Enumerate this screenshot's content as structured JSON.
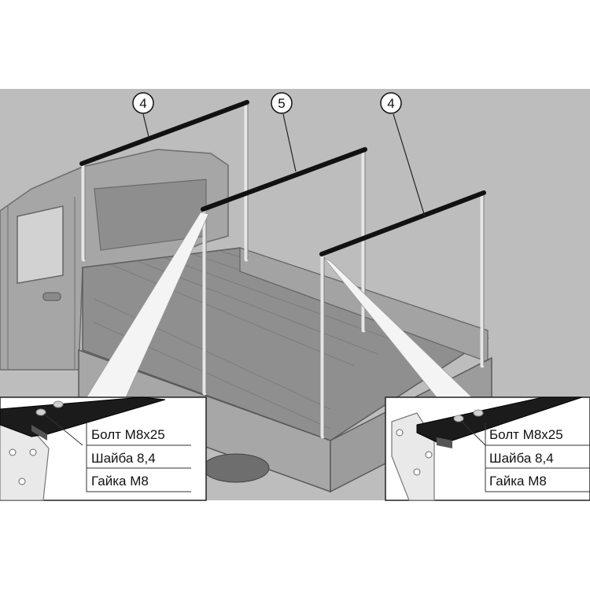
{
  "callouts": {
    "left_rail": "4",
    "middle_rail": "5",
    "right_rail": "4"
  },
  "fastener_list_left": [
    "Болт М8х25",
    "Шайба 8,4",
    "Гайка М8"
  ],
  "fastener_list_right": [
    "Болт М8х25",
    "Шайба 8,4",
    "Гайка М8"
  ],
  "colors": {
    "photo_bg": "#b9b9b9",
    "truck_body": "#9a9a9a",
    "rail": "#111111",
    "post": "#cfcfcf"
  }
}
